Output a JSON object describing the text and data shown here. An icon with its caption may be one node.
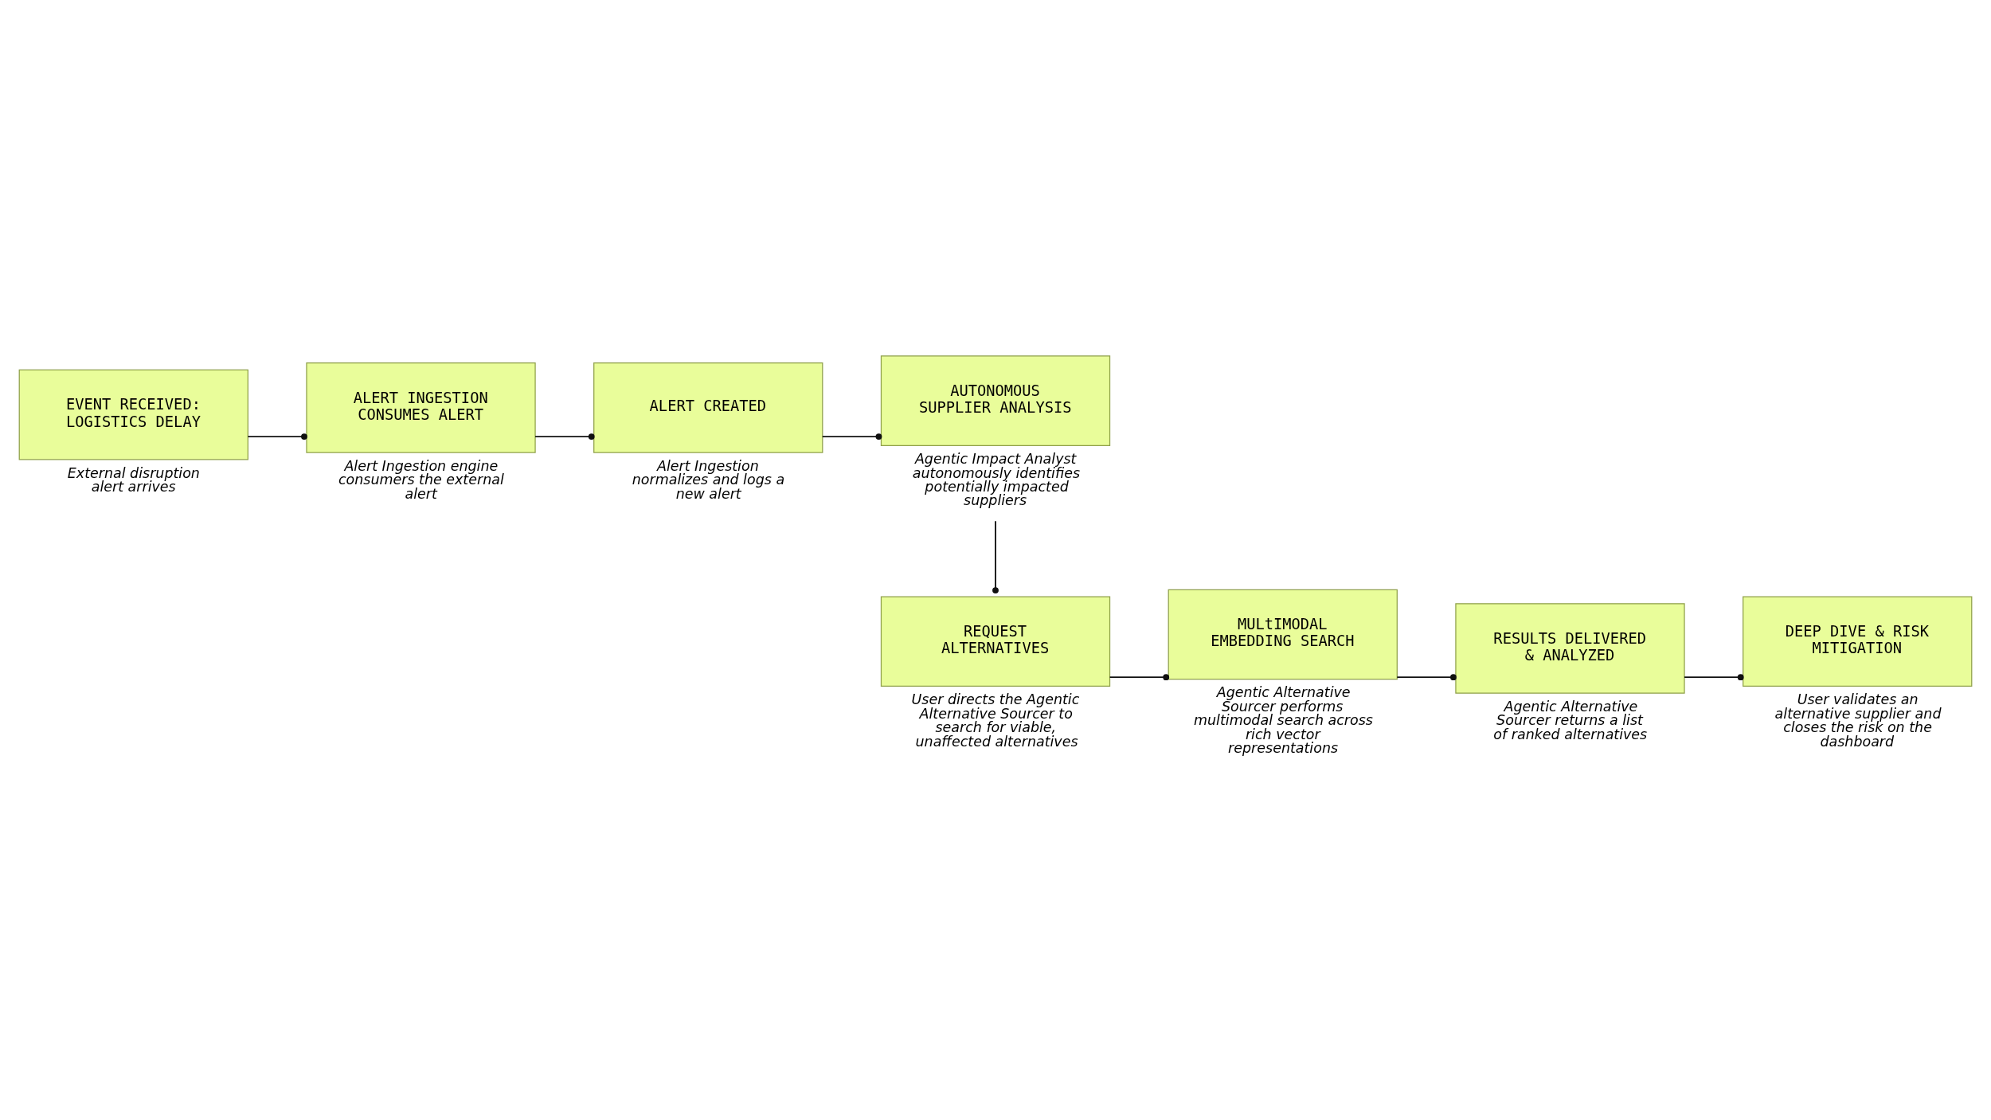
{
  "diagram": {
    "nodes": [
      {
        "text": [
          "EVENT RECEIVED: LOGISTICS DELAY"
        ],
        "beside": [
          "External disruption alert arrives"
        ]
      },
      {
        "text": [
          "ALERT INGESTION CONSUMES ALERT"
        ],
        "beside": [
          "Alert Ingestion engine consumers the external alert"
        ]
      },
      {
        "text": [
          "ALERT CREATED"
        ],
        "beside": [
          "Alert Ingestion normalizes and logs a new alert"
        ]
      },
      {
        "text": [
          "AUTONOMOUS SUPPLIER ANALYSIS"
        ],
        "beside": [
          "Agentic Impact Analyst autonomously identifies potentially impacted suppliers"
        ]
      },
      {
        "text": [
          "REQUEST ALTERNATIVES"
        ],
        "beside": [
          "User directs the Agentic Alternative Sourcer to search for viable, unaffected alternatives"
        ]
      },
      {
        "text": [
          "MULtIMODAL EMBEDDING SEARCH"
        ],
        "beside": [
          "Agentic Alternative Sourcer performs multimodal search across rich vector representations"
        ]
      },
      {
        "text": [
          "RESULTS DELIVERED & ANALYZED"
        ],
        "beside": [
          "Agentic Alternative Sourcer returns a list of ranked alternatives"
        ]
      },
      {
        "text": [
          "DEEP DIVE & RISK MITIGATION"
        ],
        "beside": [
          "User validates an alternative supplier and closes the risk on the dashboard"
        ]
      }
    ],
    "edges": [
      {
        "from": 0,
        "to": 1,
        "arrow": "other"
      },
      {
        "from": 1,
        "to": 2,
        "arrow": "other"
      },
      {
        "from": 2,
        "to": 3,
        "arrow": "other"
      },
      {
        "from": 3,
        "to": 4,
        "arrow": "other"
      },
      {
        "from": 4,
        "to": 5,
        "arrow": "other"
      },
      {
        "from": 5,
        "to": 6,
        "arrow": "other"
      },
      {
        "from": 6,
        "to": 7,
        "arrow": "other"
      }
    ]
  }
}
